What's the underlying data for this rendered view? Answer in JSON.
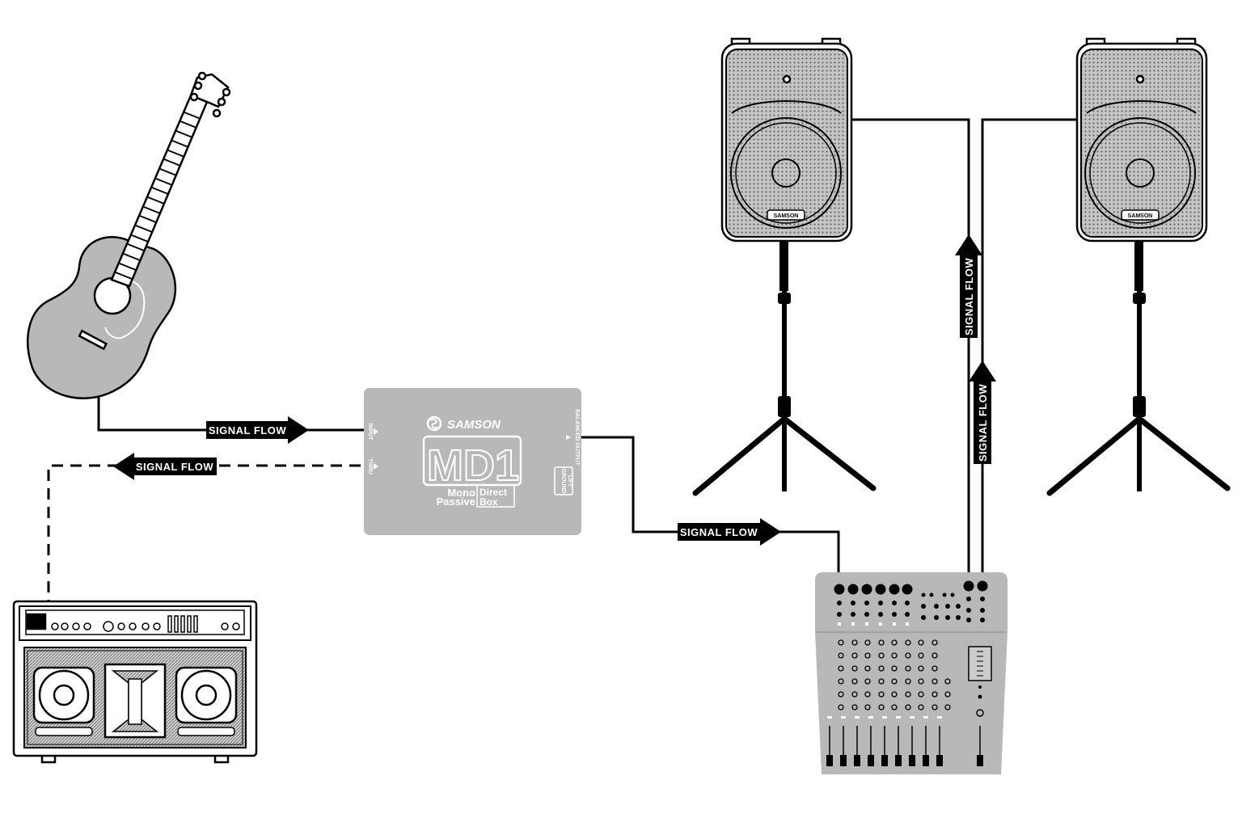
{
  "colors": {
    "device_fill": "#b8b8b8",
    "line": "#000000",
    "background": "#ffffff",
    "badge_text": "#ffffff"
  },
  "signal_flow": {
    "guitar_to_di": "SIGNAL FLOW",
    "thru_to_amp": "SIGNAL FLOW",
    "di_to_mixer": "SIGNAL FLOW",
    "mixer_to_left_speaker": "SIGNAL FLOW",
    "mixer_to_right_speaker": "SIGNAL FLOW"
  },
  "di_box": {
    "brand": "SAMSON",
    "model": "MD1",
    "line1": "Mono",
    "line2": "Passive",
    "line3": "Direct",
    "line4": "Box",
    "input_label": "INPUT",
    "thru_label": "THRU",
    "output_label": "BALANCED OUTPUT",
    "ground_label": "GROUND",
    "lift_label": "LIFT"
  },
  "speakers": {
    "left_brand": "SAMSON",
    "right_brand": "SAMSON"
  },
  "icons": {
    "guitar": "acoustic-guitar-icon",
    "amp": "guitar-amplifier-icon",
    "mixer": "mixing-console-icon",
    "speaker": "pa-speaker-icon"
  }
}
